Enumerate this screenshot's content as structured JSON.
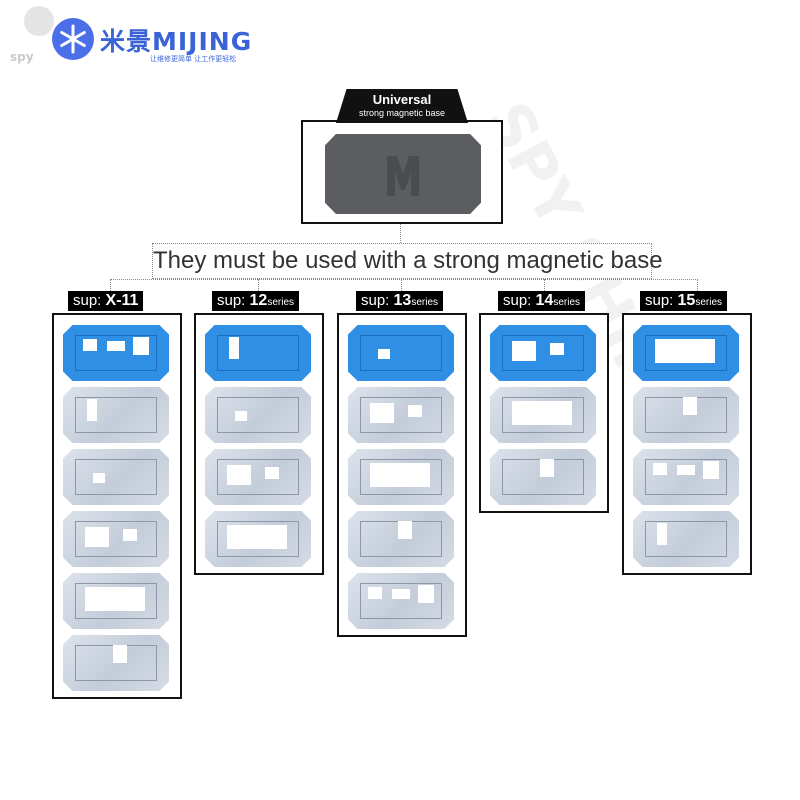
{
  "brand": {
    "watermark_site": "spy",
    "name": "米景MIJING",
    "slogan": "让维修更简单 让工作更轻松",
    "color": "#3a63d8"
  },
  "watermark": {
    "text": "SPY SHIP",
    "color": "#f1f1f1"
  },
  "universal_base": {
    "title": "Universal",
    "subtitle": "strong magnetic base"
  },
  "notice": "They must be used with a strong magnetic base",
  "columns": [
    {
      "label": "sup: ",
      "number": "X-11",
      "suffix": "",
      "plates": [
        "blue",
        "silver",
        "silver",
        "silver",
        "silver",
        "silver"
      ]
    },
    {
      "label": "sup: ",
      "number": "12",
      "suffix": "series",
      "plates": [
        "blue",
        "silver",
        "silver",
        "silver"
      ]
    },
    {
      "label": "sup: ",
      "number": "13",
      "suffix": "series",
      "plates": [
        "blue",
        "silver",
        "silver",
        "silver",
        "silver"
      ]
    },
    {
      "label": "sup: ",
      "number": "14",
      "suffix": "series",
      "plates": [
        "blue",
        "silver",
        "silver"
      ]
    },
    {
      "label": "sup: ",
      "number": "15",
      "suffix": "series",
      "plates": [
        "blue",
        "silver",
        "silver",
        "silver"
      ]
    }
  ],
  "colors": {
    "blue_plate": "#2e8fe4",
    "magnetic_base": "#5b5d60",
    "frame": "#111111"
  }
}
